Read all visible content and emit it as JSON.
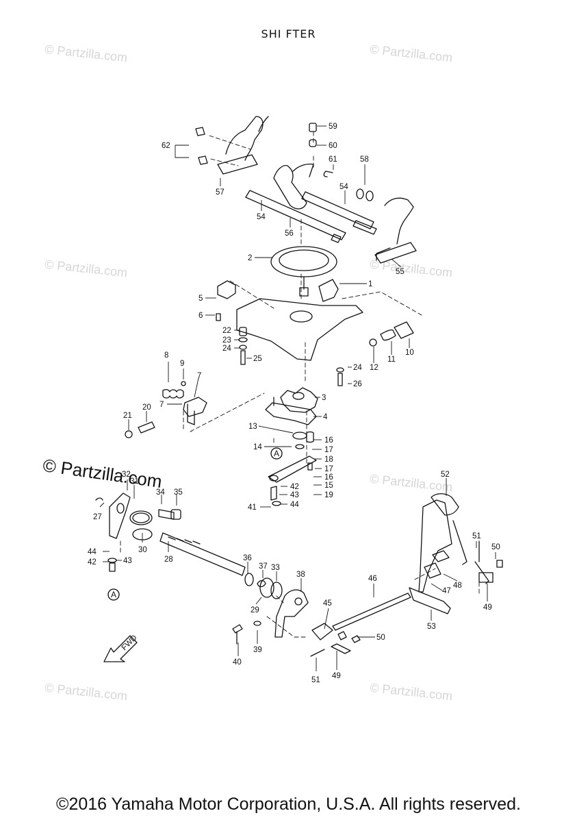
{
  "title": "SHI FTER",
  "copyright": "©2016 Yamaha Motor Corporation, U.S.A. All rights reserved.",
  "watermark": "© Partzilla.com",
  "fwd_label": "FWD",
  "circle_ref": "A",
  "callouts": [
    {
      "id": "59",
      "label": "59"
    },
    {
      "id": "60",
      "label": "60"
    },
    {
      "id": "61",
      "label": "61"
    },
    {
      "id": "58",
      "label": "58"
    },
    {
      "id": "62",
      "label": "62"
    },
    {
      "id": "57",
      "label": "57"
    },
    {
      "id": "54a",
      "label": "54"
    },
    {
      "id": "54b",
      "label": "54"
    },
    {
      "id": "56",
      "label": "56"
    },
    {
      "id": "55",
      "label": "55"
    },
    {
      "id": "2",
      "label": "2"
    },
    {
      "id": "1",
      "label": "1"
    },
    {
      "id": "5",
      "label": "5"
    },
    {
      "id": "6",
      "label": "6"
    },
    {
      "id": "22",
      "label": "22"
    },
    {
      "id": "23",
      "label": "23"
    },
    {
      "id": "24a",
      "label": "24"
    },
    {
      "id": "25",
      "label": "25"
    },
    {
      "id": "12",
      "label": "12"
    },
    {
      "id": "11",
      "label": "11"
    },
    {
      "id": "10",
      "label": "10"
    },
    {
      "id": "24b",
      "label": "24"
    },
    {
      "id": "26",
      "label": "26"
    },
    {
      "id": "8",
      "label": "8"
    },
    {
      "id": "9",
      "label": "9"
    },
    {
      "id": "7a",
      "label": "7"
    },
    {
      "id": "7b",
      "label": "7"
    },
    {
      "id": "3",
      "label": "3"
    },
    {
      "id": "4",
      "label": "4"
    },
    {
      "id": "20",
      "label": "20"
    },
    {
      "id": "21",
      "label": "21"
    },
    {
      "id": "13",
      "label": "13"
    },
    {
      "id": "16a",
      "label": "16"
    },
    {
      "id": "14",
      "label": "14"
    },
    {
      "id": "17a",
      "label": "17"
    },
    {
      "id": "18",
      "label": "18"
    },
    {
      "id": "17b",
      "label": "17"
    },
    {
      "id": "16b",
      "label": "16"
    },
    {
      "id": "42a",
      "label": "42"
    },
    {
      "id": "15",
      "label": "15"
    },
    {
      "id": "43a",
      "label": "43"
    },
    {
      "id": "19",
      "label": "19"
    },
    {
      "id": "41",
      "label": "41"
    },
    {
      "id": "44a",
      "label": "44"
    },
    {
      "id": "32",
      "label": "32"
    },
    {
      "id": "31",
      "label": "31"
    },
    {
      "id": "34",
      "label": "34"
    },
    {
      "id": "35",
      "label": "35"
    },
    {
      "id": "27",
      "label": "27"
    },
    {
      "id": "30",
      "label": "30"
    },
    {
      "id": "28",
      "label": "28"
    },
    {
      "id": "44b",
      "label": "44"
    },
    {
      "id": "42b",
      "label": "42"
    },
    {
      "id": "43b",
      "label": "43"
    },
    {
      "id": "36",
      "label": "36"
    },
    {
      "id": "37",
      "label": "37"
    },
    {
      "id": "33",
      "label": "33"
    },
    {
      "id": "29",
      "label": "29"
    },
    {
      "id": "38",
      "label": "38"
    },
    {
      "id": "40",
      "label": "40"
    },
    {
      "id": "39",
      "label": "39"
    },
    {
      "id": "45",
      "label": "45"
    },
    {
      "id": "46",
      "label": "46"
    },
    {
      "id": "50a",
      "label": "50"
    },
    {
      "id": "51a",
      "label": "51"
    },
    {
      "id": "49a",
      "label": "49"
    },
    {
      "id": "52",
      "label": "52"
    },
    {
      "id": "51b",
      "label": "51"
    },
    {
      "id": "50b",
      "label": "50"
    },
    {
      "id": "47",
      "label": "47"
    },
    {
      "id": "48",
      "label": "48"
    },
    {
      "id": "49b",
      "label": "49"
    },
    {
      "id": "53",
      "label": "53"
    }
  ]
}
